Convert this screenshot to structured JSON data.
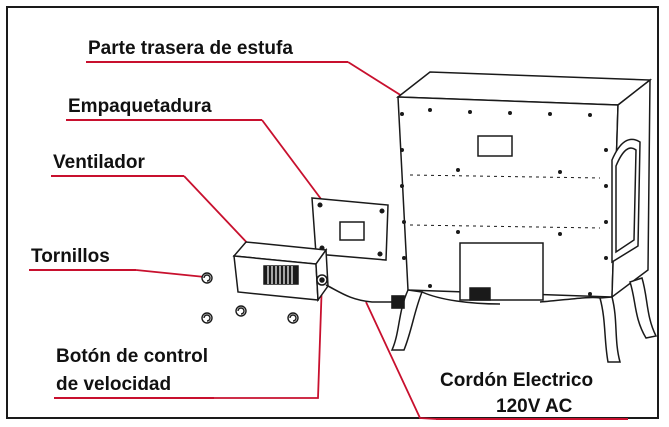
{
  "labels": {
    "stove_back": "Parte trasera de estufa",
    "gasket": "Empaquetadura",
    "fan": "Ventilador",
    "screws": "Tornillos",
    "speed_control_line1": "Botón de control",
    "speed_control_line2": "de velocidad",
    "power_cord_line1": "Cordón Electrico",
    "power_cord_line2": "120V AC"
  },
  "colors": {
    "leader_line": "#c8102e",
    "outline": "#1a1a1a",
    "text": "#111111"
  }
}
